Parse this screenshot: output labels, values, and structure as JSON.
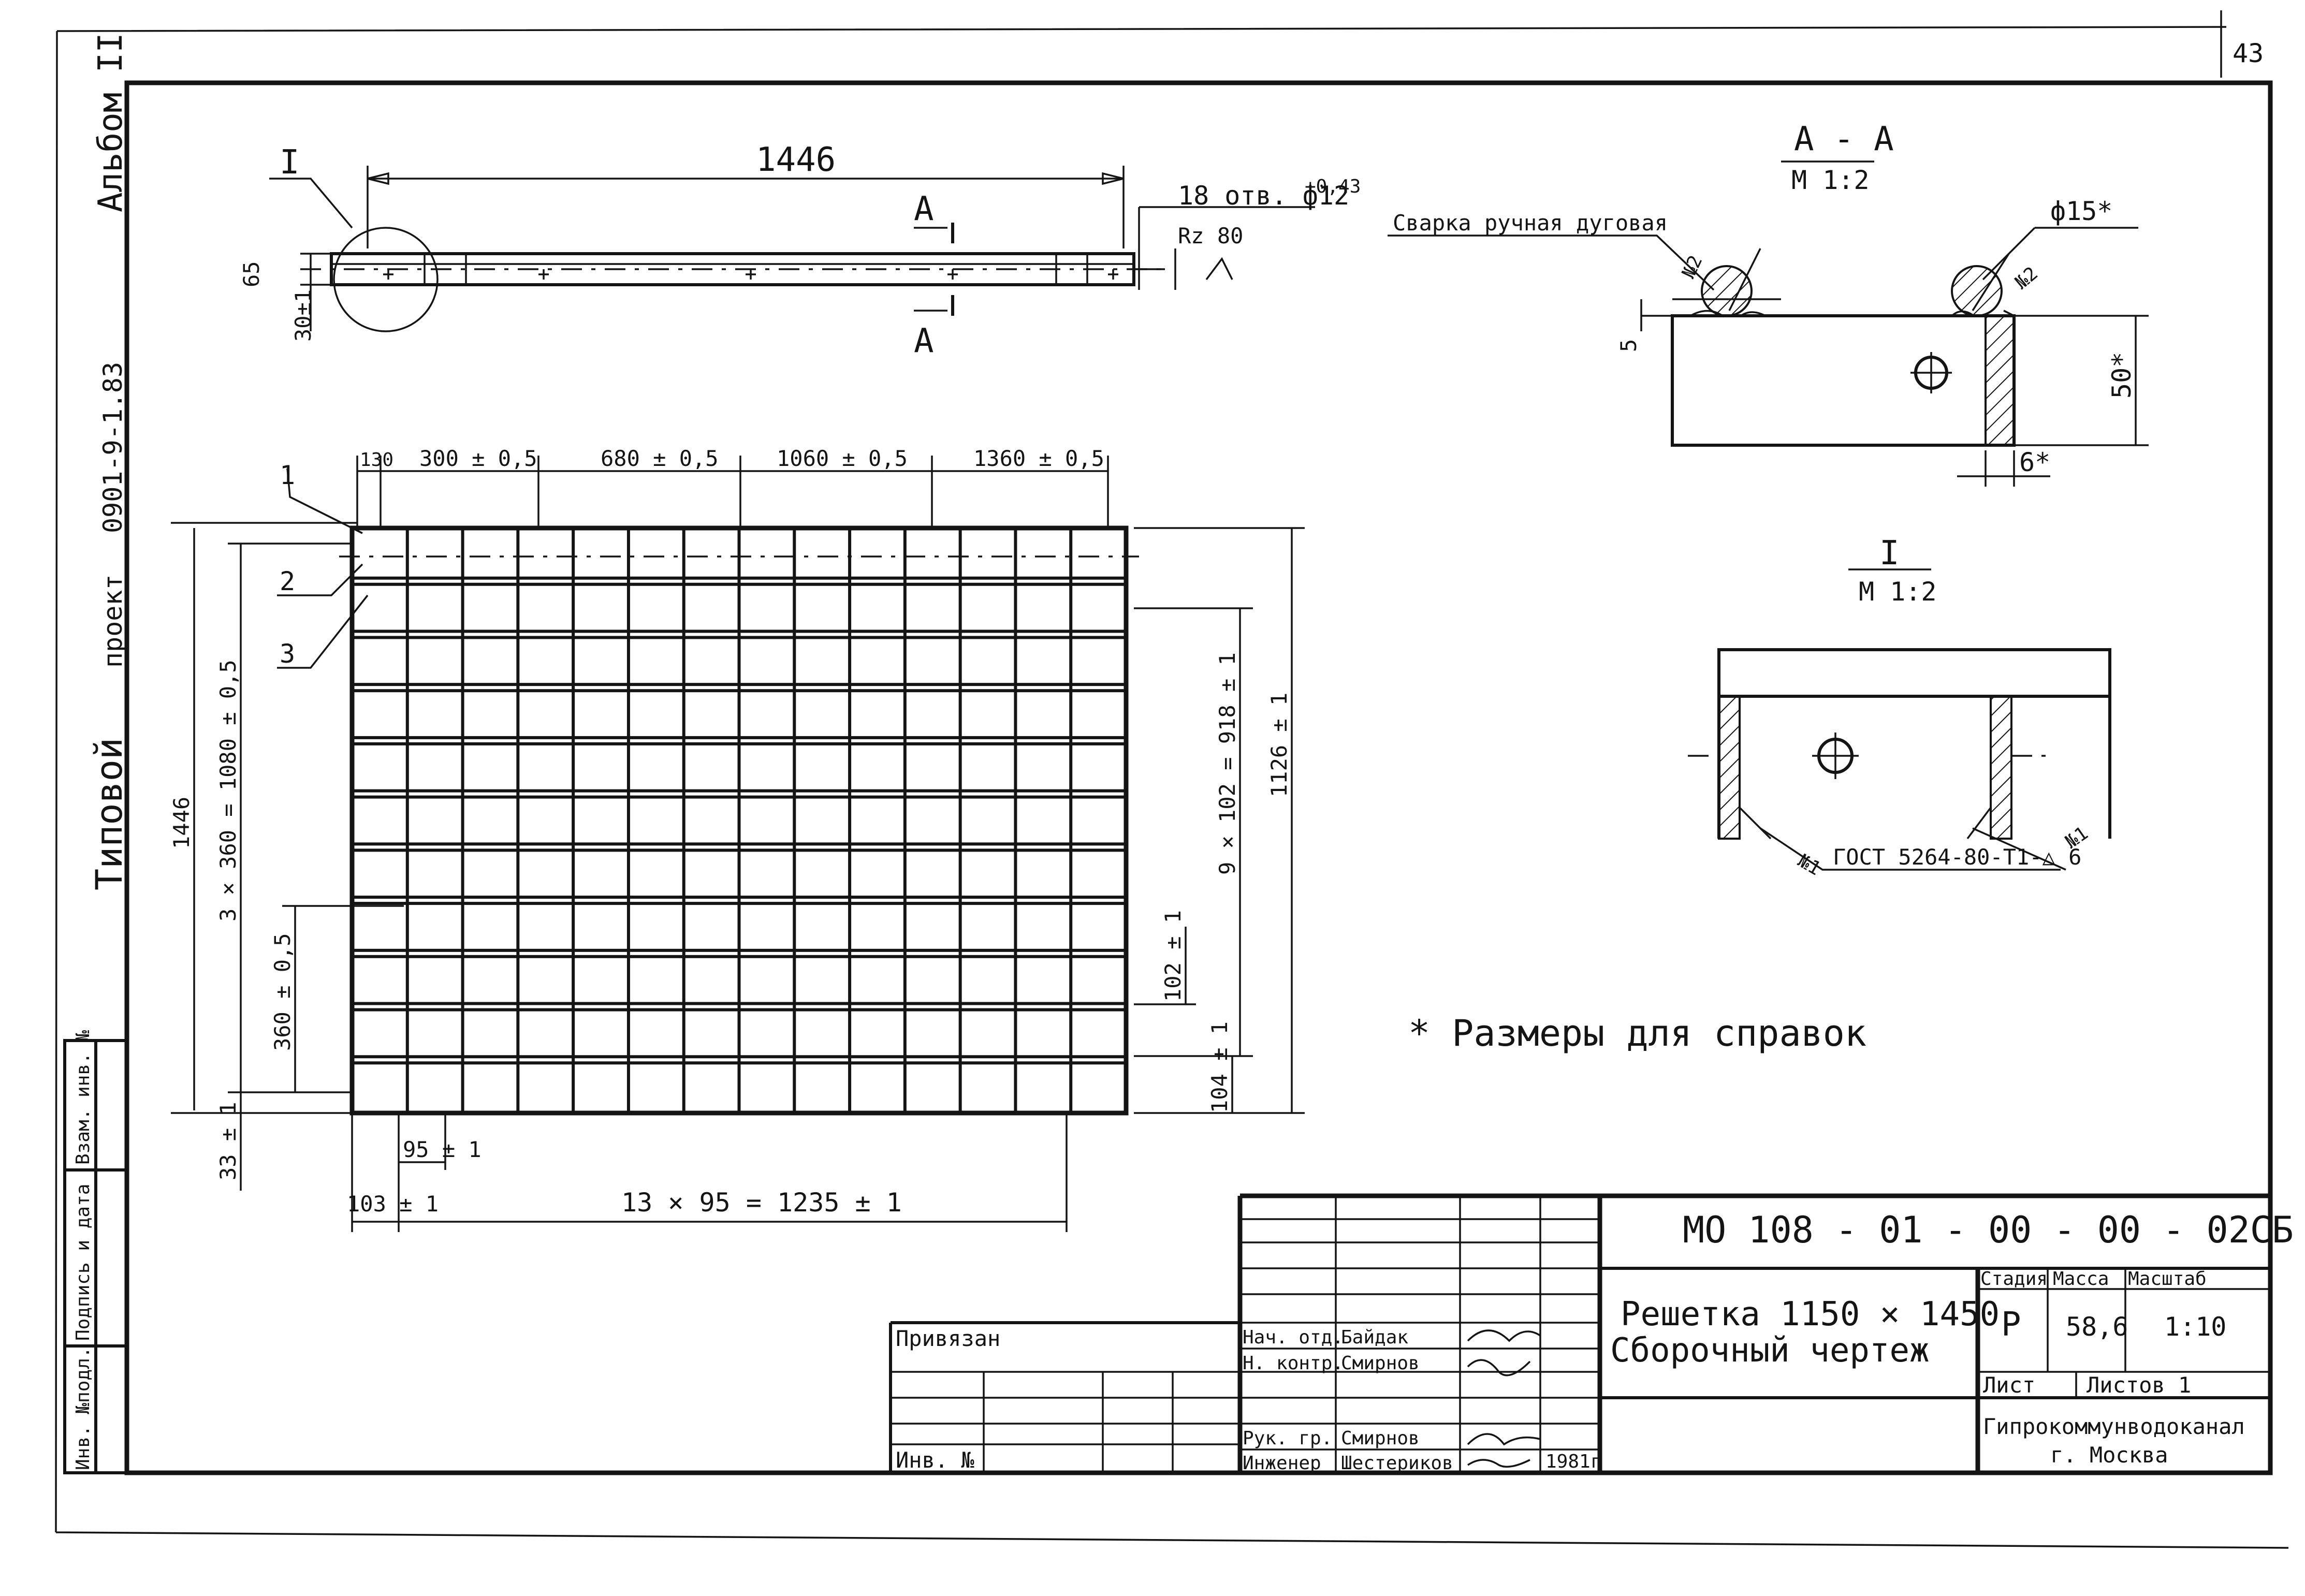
{
  "margins": {
    "album": "Альбом II",
    "project_type": "Типовой",
    "project_word": "проект",
    "project_code": "0901-9-1.83",
    "page_number": "43"
  },
  "side_stamp": {
    "inv_podl": "Инв. №подл.",
    "podpis_data": "Подпись и дата",
    "vzam_inv": "Взам. инв. №"
  },
  "top_view": {
    "callout": "I",
    "length": "1446",
    "holes": "18 отв. ф12",
    "hole_tol": "+0,43",
    "roughness": "Rz 80",
    "height": "65",
    "offset": "30±1",
    "section_mark": "А"
  },
  "plan_view": {
    "top_dims": [
      "130",
      "300 ± 0,5",
      "680 ± 0,5",
      "1060 ± 0,5",
      "1360 ± 0,5"
    ],
    "pos_1": "1",
    "pos_2": "2",
    "pos_3": "3",
    "overall_left": "1446",
    "chain_left": "3 × 360 = 1080 ± 0,5",
    "pitch_left": "360 ± 0,5",
    "bottom_left": "33 ± 1",
    "cell_width": "95 ± 1",
    "edge_bottom": "103 ± 1",
    "chain_bottom": "13 × 95 = 1235 ± 1",
    "chain_right": "9 × 102 = 918 ± 1",
    "overall_right": "1126 ± 1",
    "pitch_right": "102 ± 1",
    "edge_right": "104 ± 1"
  },
  "section_aa": {
    "title": "А - А",
    "scale": "М 1:2",
    "weld_note": "Сварка ручная дуговая",
    "diameter": "ф15*",
    "weld_no_left": "№2",
    "weld_no_right": "№2",
    "dim_left": "5",
    "dim_height": "50*",
    "dim_thickness": "6*"
  },
  "detail_i": {
    "title": "I",
    "scale": "М 1:2",
    "weld_left": "№1",
    "weld_right": "№1",
    "gost": "ГОСТ 5264-80-Т1-△ 6"
  },
  "note": "* Размеры для справок",
  "title_block": {
    "designation": "МО 108 - 01 - 00 - 00 - 02СБ",
    "name_line1": "Решетка 1150 × 1450",
    "name_line2": "Сборочный чертеж",
    "privyazan": "Привязан",
    "inv_no": "Инв. №",
    "stage_header": "Стадия",
    "mass_header": "Масса",
    "scale_header": "Масштаб",
    "stage": "Р",
    "mass": "58,6",
    "scale": "1:10",
    "sheet": "Лист",
    "sheets": "Листов 1",
    "org_line1": "Гипрокоммунводоканал",
    "org_line2": "г. Москва",
    "year": "1981г",
    "roles": [
      {
        "role": "Нач. отд.",
        "name": "Байдак"
      },
      {
        "role": "Н. контр.",
        "name": "Смирнов"
      },
      {
        "role": "Рук. гр.",
        "name": "Смирнов"
      },
      {
        "role": "Инженер",
        "name": "Шестериков"
      }
    ]
  },
  "colors": {
    "ink": "#141414",
    "paper": "#ffffff"
  }
}
